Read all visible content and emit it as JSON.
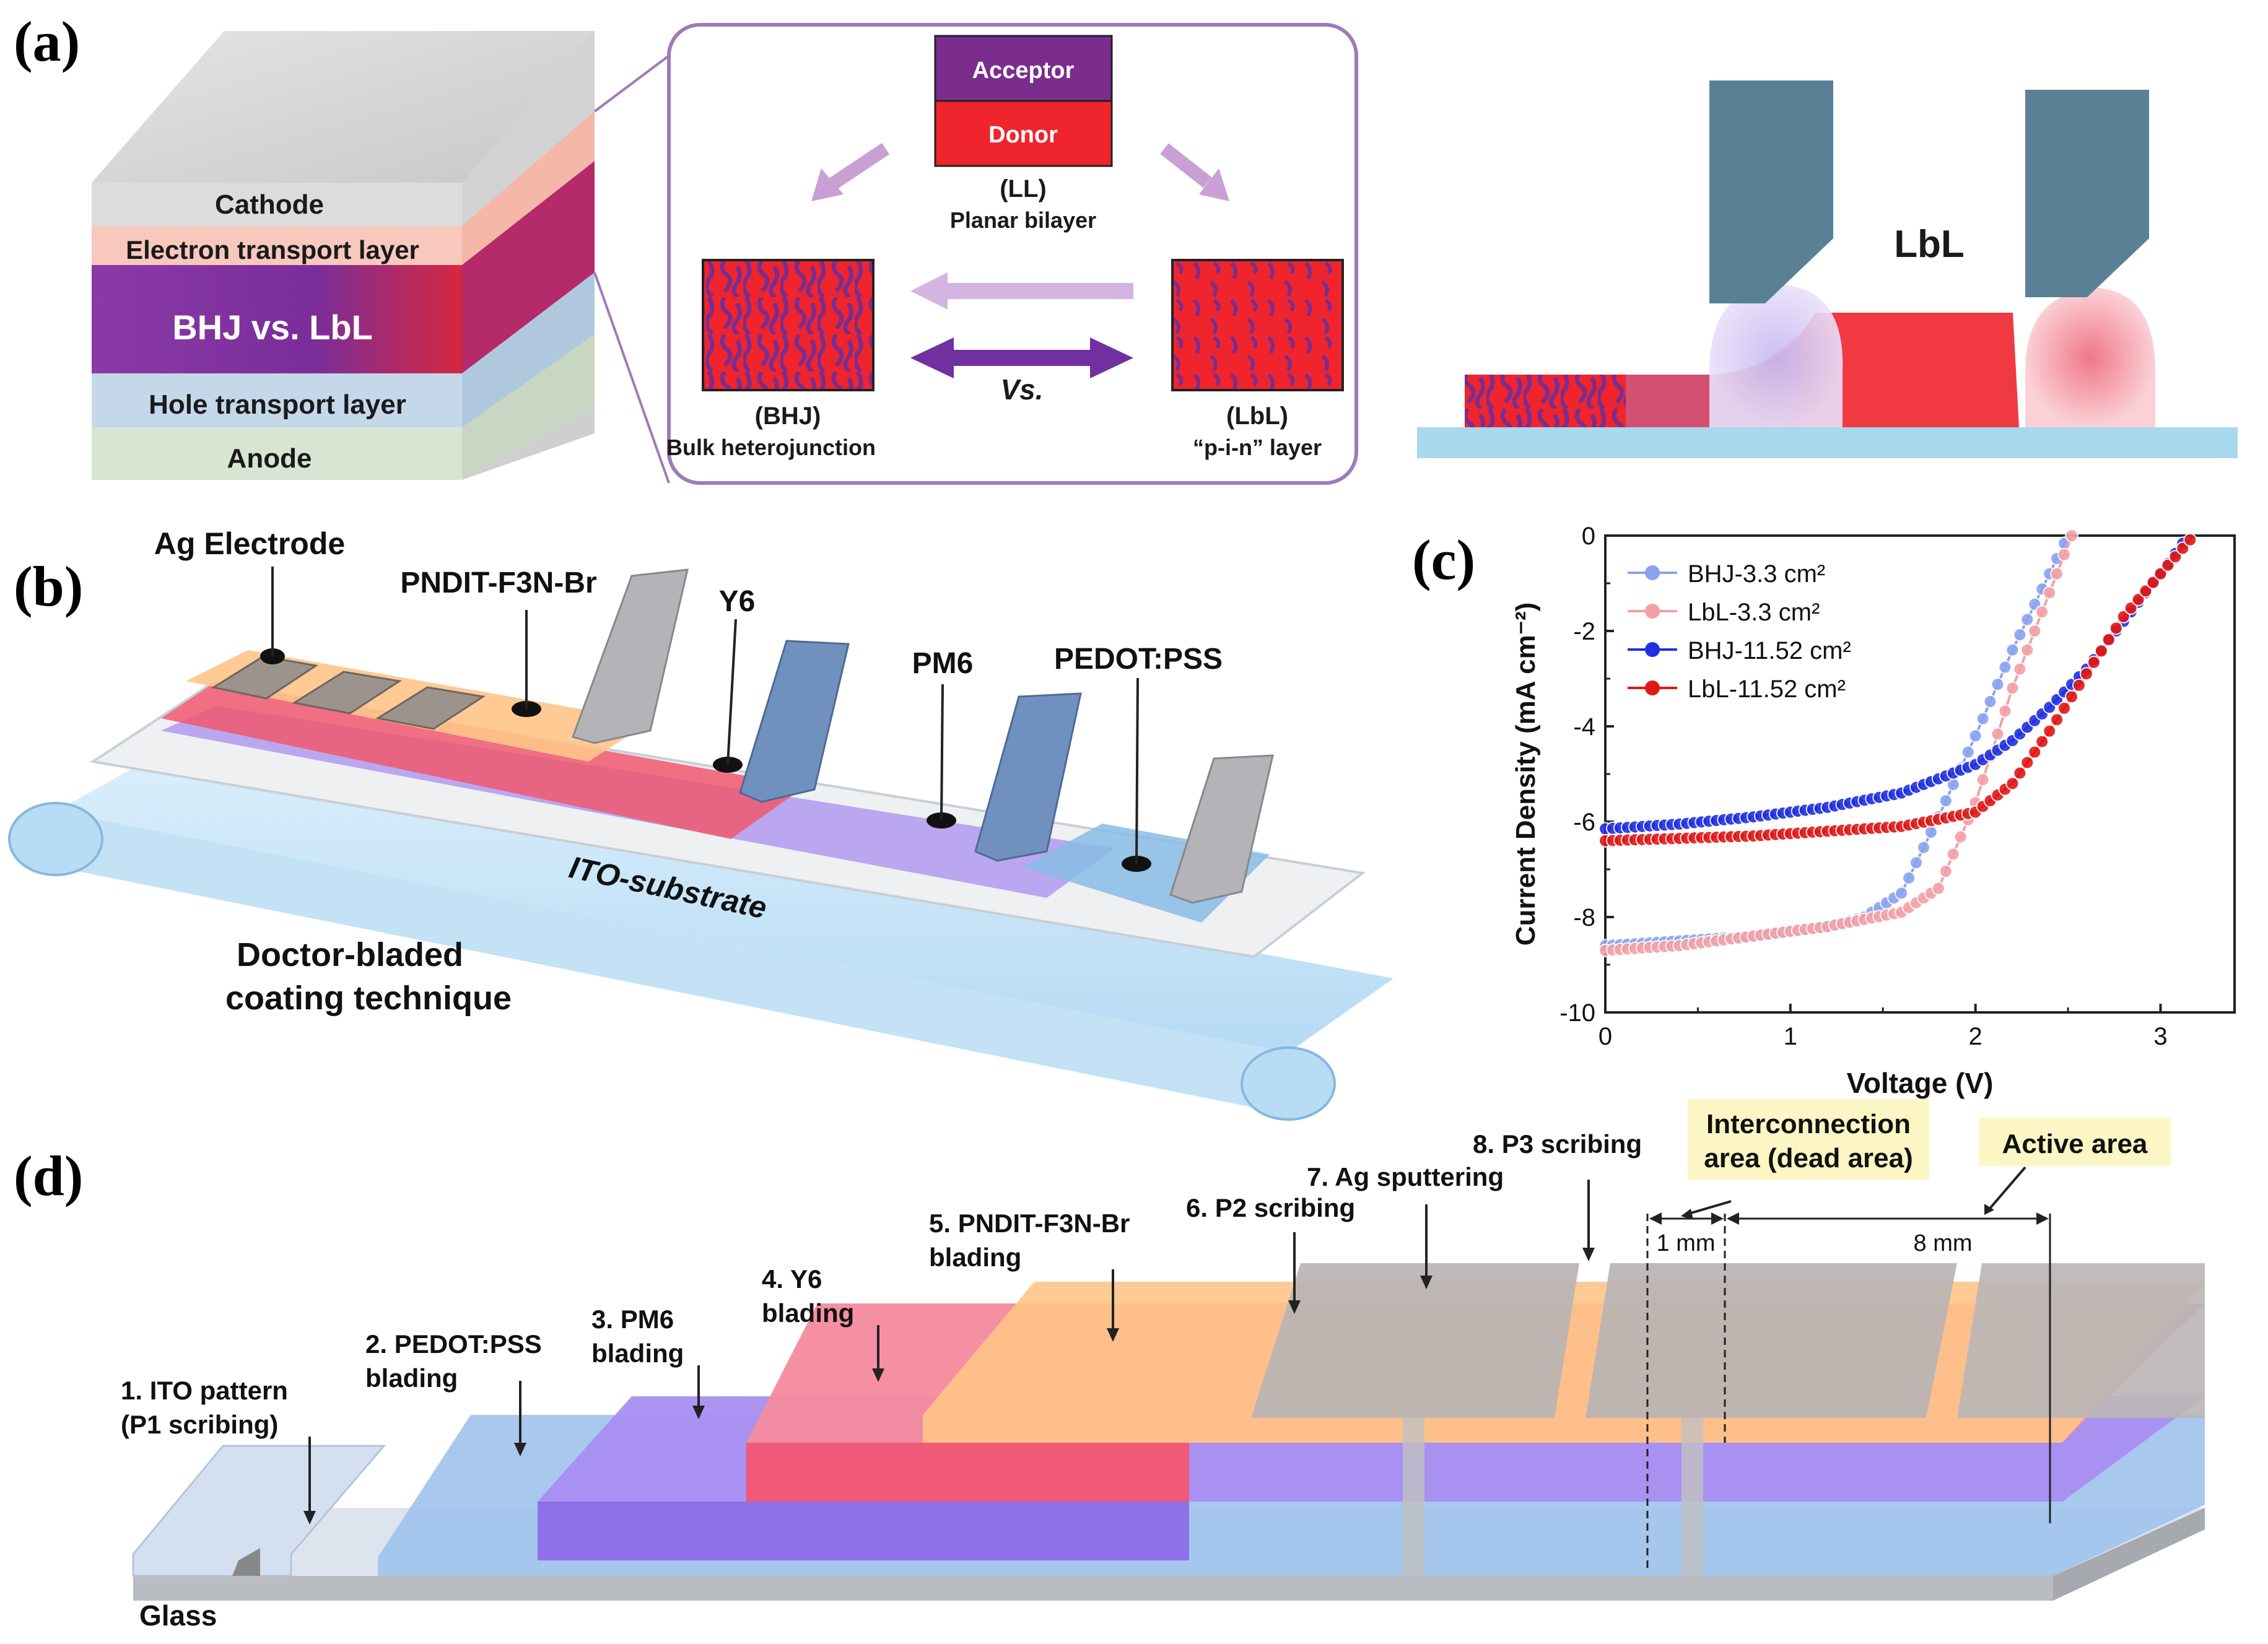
{
  "panel_a": {
    "letter": "(a)",
    "stack": {
      "cathode": "Cathode",
      "etl": "Electron transport layer",
      "active": "BHJ vs. LbL",
      "htl": "Hole transport layer",
      "anode": "Anode"
    },
    "inset": {
      "acceptor": "Acceptor",
      "donor": "Donor",
      "ll_label": "(LL)",
      "ll_desc": "Planar bilayer",
      "bhj_label": "(BHJ)",
      "bhj_desc": "Bulk heterojunction",
      "lbl_label": "(LbL)",
      "lbl_desc": "“p-i-n” layer",
      "vs": "Vs."
    },
    "lbl_blade_label": "LbL"
  },
  "panel_b": {
    "letter": "(b)",
    "ag": "Ag Electrode",
    "pndit": "PNDIT-F3N-Br",
    "y6": "Y6",
    "pm6": "PM6",
    "pedot": "PEDOT:PSS",
    "ito": "ITO-substrate",
    "caption_line1": "Doctor-bladed",
    "caption_line2": "coating technique"
  },
  "panel_c": {
    "letter": "(c)"
  },
  "chart_data": {
    "type": "line",
    "xlabel": "Voltage (V)",
    "ylabel": "Current Density (mA cm⁻²)",
    "xlim": [
      0,
      3.4
    ],
    "ylim": [
      -10,
      0
    ],
    "xticks": [
      "0",
      "1",
      "2",
      "3"
    ],
    "yticks": [
      "0",
      "-2",
      "-4",
      "-6",
      "-8",
      "-10"
    ],
    "legend_position": "top-left",
    "series": [
      {
        "name": "BHJ-3.3 cm²",
        "color": "#8aa2f0",
        "x": [
          0,
          0.4,
          0.8,
          1.2,
          1.4,
          1.6,
          1.8,
          2.0,
          2.2,
          2.4,
          2.5
        ],
        "y": [
          -8.6,
          -8.5,
          -8.4,
          -8.2,
          -8.0,
          -7.5,
          -5.9,
          -4.2,
          -2.4,
          -0.8,
          0
        ]
      },
      {
        "name": "LbL-3.3 cm²",
        "color": "#f2a0a6",
        "x": [
          0,
          0.4,
          0.8,
          1.2,
          1.6,
          1.8,
          2.0,
          2.2,
          2.4,
          2.52
        ],
        "y": [
          -8.7,
          -8.6,
          -8.4,
          -8.2,
          -7.9,
          -7.4,
          -5.6,
          -3.2,
          -1.2,
          0
        ]
      },
      {
        "name": "BHJ-11.52 cm²",
        "color": "#2030e0",
        "x": [
          0,
          0.4,
          0.8,
          1.2,
          1.6,
          2.0,
          2.2,
          2.4,
          2.6,
          2.8,
          3.0,
          3.15
        ],
        "y": [
          -6.15,
          -6.05,
          -5.9,
          -5.7,
          -5.4,
          -4.8,
          -4.3,
          -3.6,
          -2.8,
          -1.8,
          -0.8,
          0
        ]
      },
      {
        "name": "LbL-11.52 cm²",
        "color": "#e01818",
        "x": [
          0,
          0.4,
          0.8,
          1.2,
          1.6,
          2.0,
          2.2,
          2.4,
          2.6,
          2.8,
          3.0,
          3.18
        ],
        "y": [
          -6.4,
          -6.35,
          -6.3,
          -6.2,
          -6.1,
          -5.8,
          -5.2,
          -4.1,
          -2.9,
          -1.7,
          -0.8,
          0
        ]
      }
    ]
  },
  "panel_d": {
    "letter": "(d)",
    "glass": "Glass",
    "step1_line1": "1. ITO pattern",
    "step1_line2": "(P1 scribing)",
    "step2_line1": "2. PEDOT:PSS",
    "step2_line2": "blading",
    "step3_line1": "3. PM6",
    "step3_line2": "blading",
    "step4_line1": "4. Y6",
    "step4_line2": "blading",
    "step5_line1": "5. PNDIT-F3N-Br",
    "step5_line2": "blading",
    "step6": "6. P2 scribing",
    "step7": "7. Ag sputtering",
    "step8": "8. P3 scribing",
    "interconnect_line1": "Interconnection",
    "interconnect_line2": "area (dead area)",
    "active_area": "Active area",
    "dim_1mm": "1 mm",
    "dim_8mm": "8 mm"
  },
  "colors": {
    "acceptor": "#7b2d8e",
    "donor": "#f0242c",
    "pm6": "#9270e8",
    "y6": "#f06478",
    "pndit": "#ffc078",
    "pedot": "#8ab0e0",
    "ag": "#b4b4b4",
    "blade_blue": "#5a8096"
  }
}
